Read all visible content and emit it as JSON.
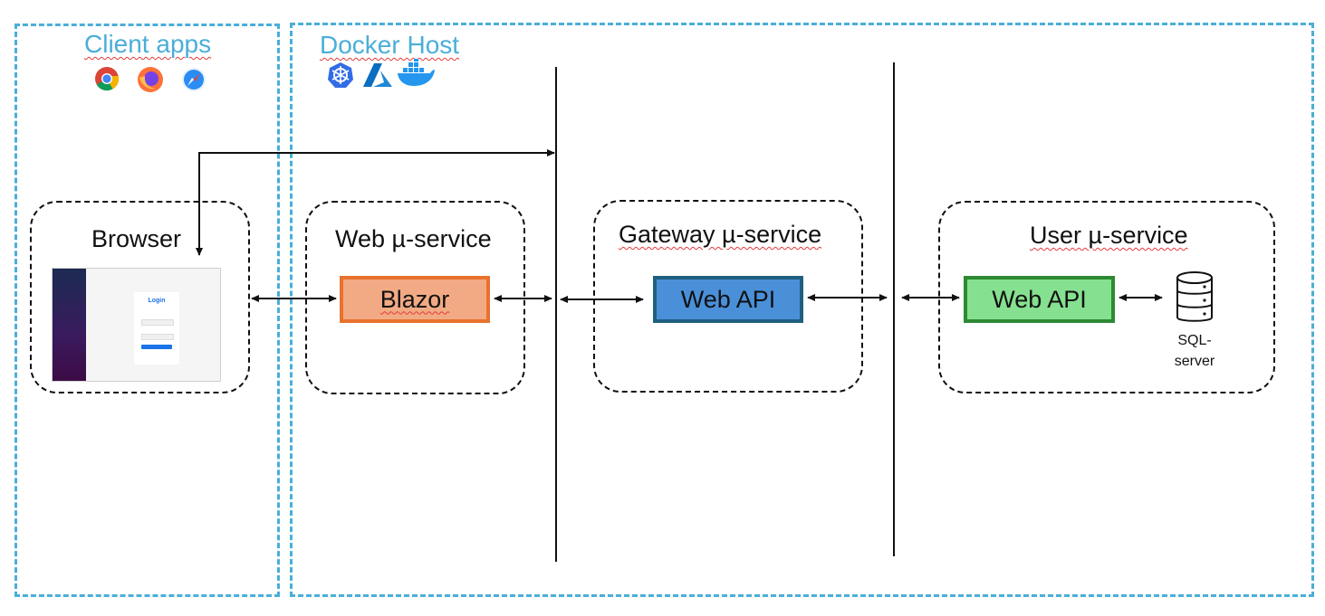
{
  "regions": {
    "client": {
      "title": "Client apps"
    },
    "docker": {
      "title": "Docker Host"
    }
  },
  "client_icons": [
    "chrome-icon",
    "firefox-icon",
    "safari-icon"
  ],
  "host_icons": [
    "kubernetes-icon",
    "azure-icon",
    "docker-icon"
  ],
  "services": {
    "browser": {
      "title": "Browser",
      "mockup": {
        "title": "Login"
      }
    },
    "web": {
      "title": "Web µ-service",
      "component": "Blazor"
    },
    "gateway": {
      "title": "Gateway µ-service",
      "component": "Web API"
    },
    "user": {
      "title": "User µ-service",
      "component": "Web API",
      "db_label_1": "SQL-",
      "db_label_2": "server"
    }
  },
  "colors": {
    "region_border": "#4aaed9",
    "blazor_fill": "#f2aa84",
    "blazor_border": "#e8722e",
    "gateway_api_fill": "#4a90d9",
    "gateway_api_border": "#1f5f7f",
    "user_api_fill": "#85e08f",
    "user_api_border": "#2e8a32"
  }
}
